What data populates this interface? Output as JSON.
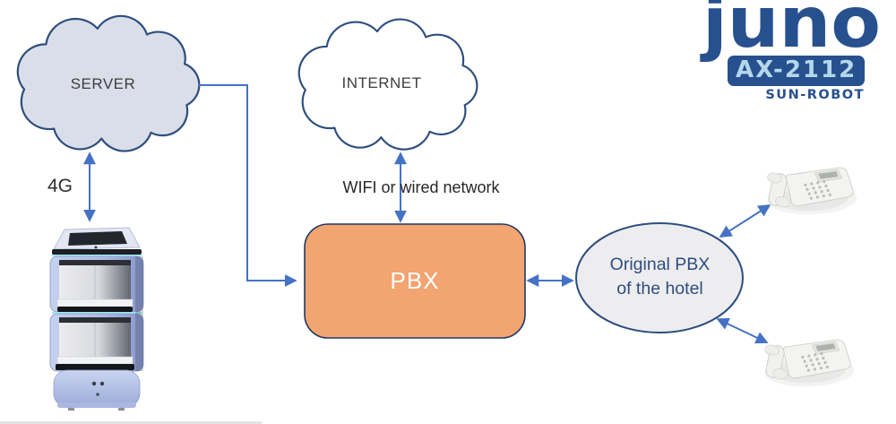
{
  "diagram": {
    "nodes": {
      "server": {
        "label": "SERVER"
      },
      "internet": {
        "label": "INTERNET"
      },
      "pbx": {
        "label": "PBX"
      },
      "original_pbx": {
        "line1": "Original PBX",
        "line2": "of the hotel"
      }
    },
    "edge_labels": {
      "server_robot": "4G",
      "internet_pbx": "WIFI or wired network"
    },
    "images": {
      "robot": "juno-delivery-robot-photo",
      "phone_top": "hotel-desk-phone-photo",
      "phone_bottom": "hotel-desk-phone-photo"
    }
  },
  "logo": {
    "brand": "juno",
    "model": "AX-2112",
    "company": "SUN-ROBOT"
  },
  "colors": {
    "arrow_blue": "#4472c4",
    "node_outline": "#2e4e7e",
    "server_cloud_fill": "#d9dee9",
    "internet_cloud_fill": "#ffffff",
    "pbx_fill": "#f2a471",
    "pbx_border": "#1f3864",
    "ellipse_fill": "#ededef",
    "ellipse_text": "#2f4d7e",
    "logo_dark_blue": "#27508f",
    "logo_light_blue": "#b5d7eb",
    "label_text": "#2f2f2f"
  }
}
